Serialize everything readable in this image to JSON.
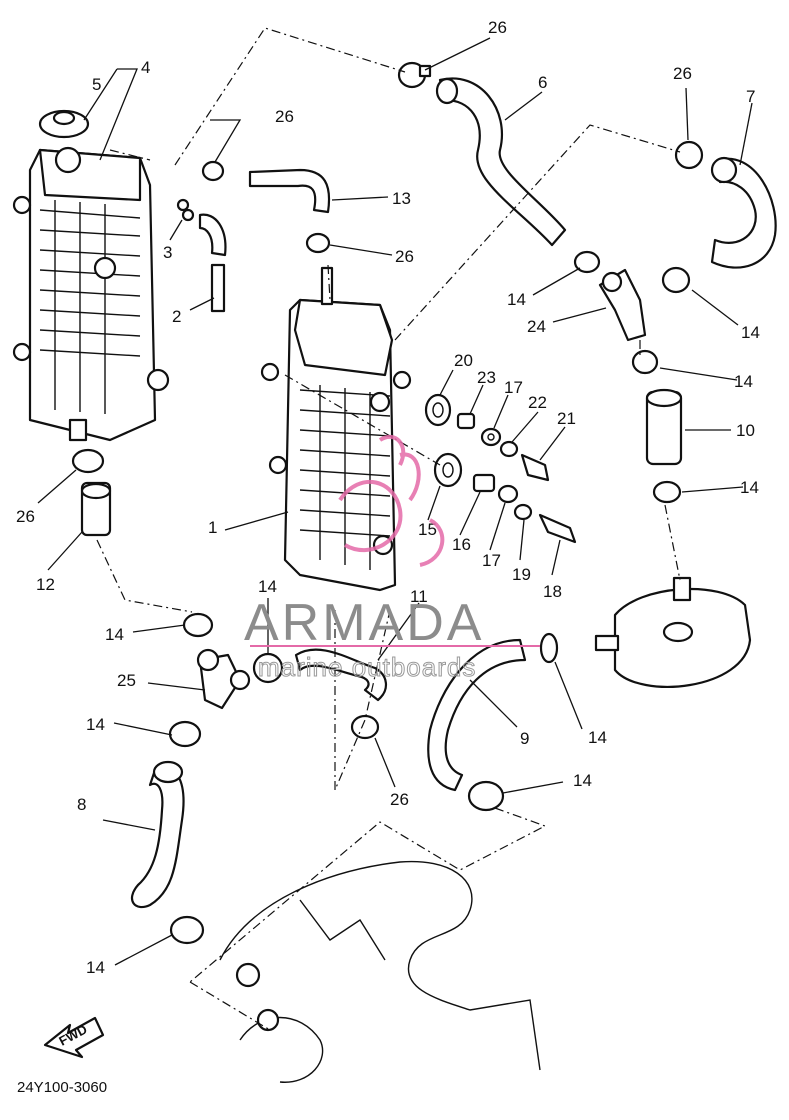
{
  "callouts": [
    "1",
    "2",
    "3",
    "4",
    "5",
    "6",
    "7",
    "8",
    "9",
    "10",
    "11",
    "12",
    "13",
    "14",
    "15",
    "16",
    "17",
    "18",
    "19",
    "20",
    "21",
    "22",
    "23",
    "24",
    "25",
    "26"
  ],
  "watermark": {
    "brand": "ARMADA",
    "tagline": "marine outboards"
  },
  "direction_label": "FWD",
  "drawing_code": "24Y100-3060",
  "colors": {
    "ink": "#111111",
    "watermark": "#8c8c8c",
    "logo_pink": "#e46aa8"
  }
}
